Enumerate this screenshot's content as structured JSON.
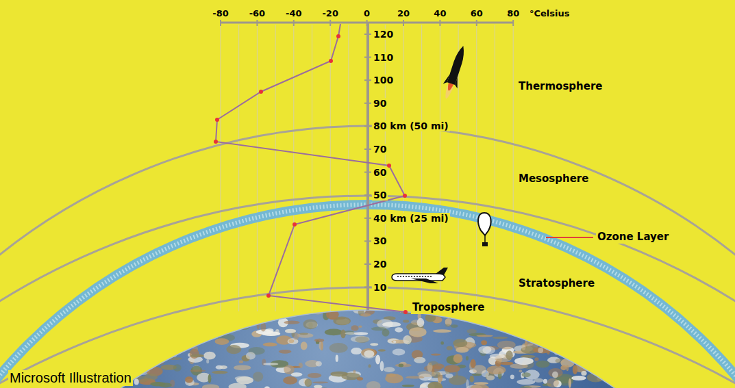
{
  "diagram": {
    "labels": [
      "-80",
      "-60",
      "-40",
      "-20",
      "0",
      "20",
      "40",
      "60",
      "80",
      "°Celsius",
      "120",
      "110",
      "100",
      "90",
      "80 km (50 mi)",
      "70",
      "60",
      "50",
      "40 km (25 mi)",
      "30",
      "20",
      "10",
      "Thermosphere",
      "Mesosphere",
      "Ozone Layer",
      "Stratosphere",
      "Troposphere",
      "Microsoft Illustration"
    ]
  }
}
